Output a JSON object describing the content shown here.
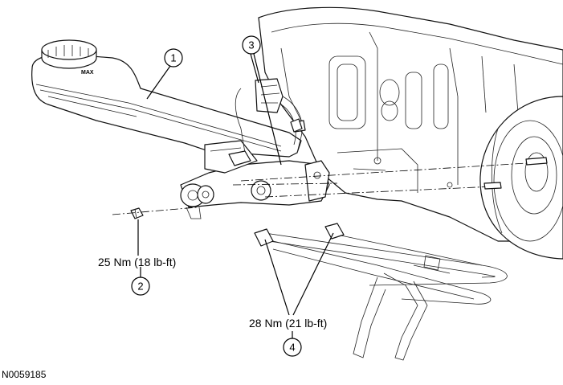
{
  "figure_id": "N0059185",
  "reservoir_marking": "MAX",
  "callouts": [
    {
      "number": "1"
    },
    {
      "number": "2",
      "torque": "25 Nm (18 lb-ft)"
    },
    {
      "number": "3"
    },
    {
      "number": "4",
      "torque": "28 Nm (21 lb-ft)"
    }
  ]
}
